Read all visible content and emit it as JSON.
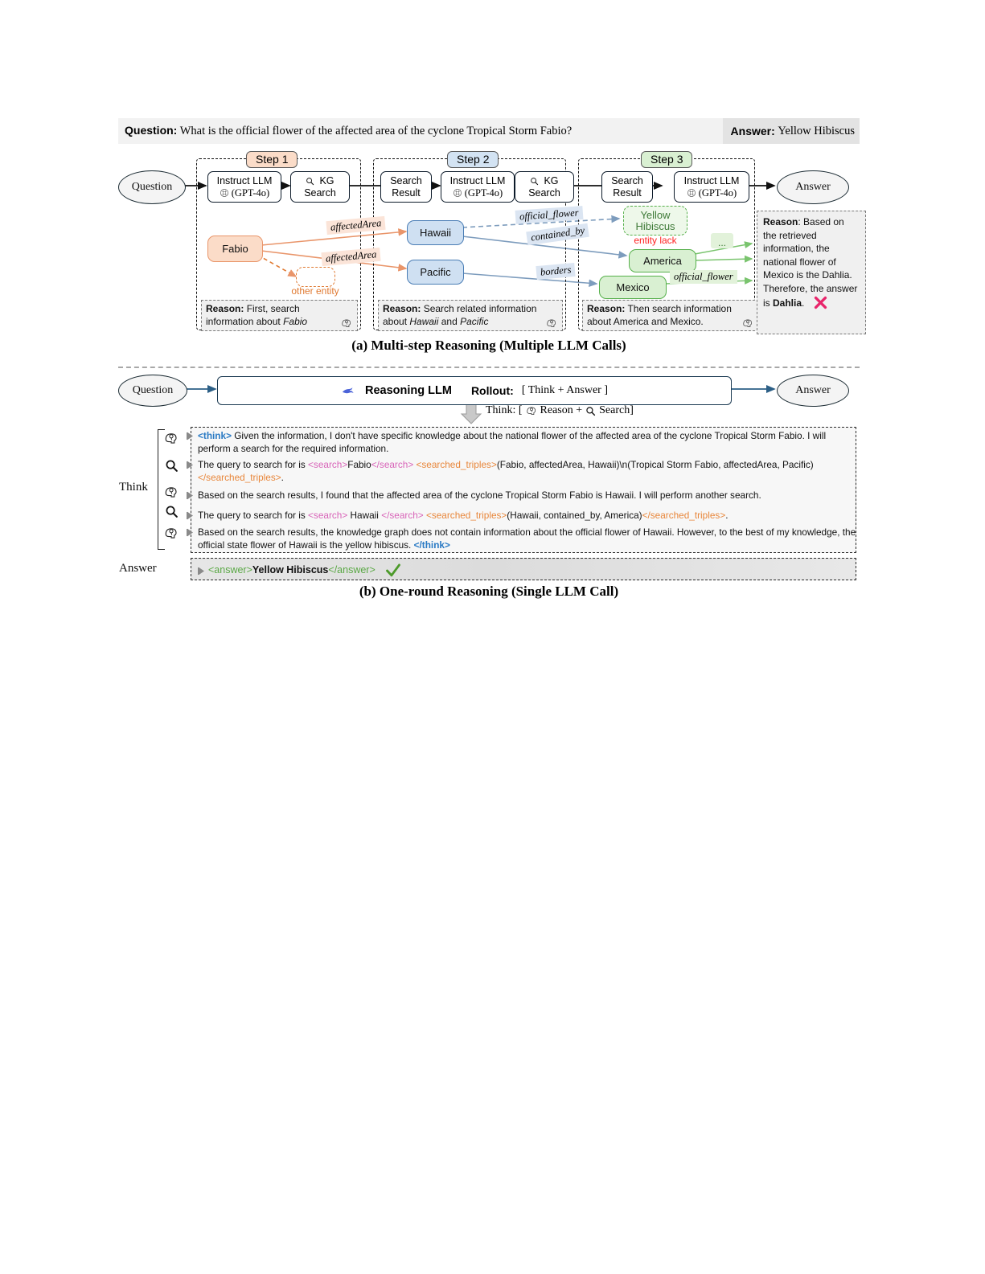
{
  "header": {
    "question_label": "Question:",
    "question_text": "What is the official flower of the affected area of the cyclone Tropical Storm Fabio?",
    "answer_label": "Answer:",
    "answer_text": "Yellow Hibiscus"
  },
  "part_a": {
    "caption": "(a) Multi-step Reasoning (Multiple LLM Calls)",
    "question_node": "Question",
    "answer_node": "Answer",
    "steps": [
      {
        "badge": "Step 1",
        "badge_color": "#fbdcc8"
      },
      {
        "badge": "Step 2",
        "badge_color": "#d3e3f3"
      },
      {
        "badge": "Step 3",
        "badge_color": "#d9f0d2"
      }
    ],
    "proc_boxes": {
      "instruct_llm_l1": "Instruct LLM",
      "instruct_llm_l2": "(GPT-4o)",
      "kg_search_l1": "KG",
      "kg_search_l2": "Search",
      "search_result_l1": "Search",
      "search_result_l2": "Result"
    },
    "graph_nodes": {
      "fabio": "Fabio",
      "other_entity_label": "other entity",
      "hawaii": "Hawaii",
      "pacific": "Pacific",
      "yellow_hibiscus": "Yellow Hibiscus",
      "entity_lack": "entity lack",
      "america": "America",
      "mexico": "Mexico",
      "ellipsis": "..."
    },
    "edge_labels": {
      "affected_area_1": "affectedArea",
      "affected_area_2": "affectedArea",
      "official_flower_1": "official_flower",
      "contained_by": "contained_by",
      "borders": "borders",
      "official_flower_2": "official_flower"
    },
    "reasons": [
      {
        "label": "Reason:",
        "text_a": "First, search",
        "text_b": "information about ",
        "emph": "Fabio"
      },
      {
        "label": "Reason:",
        "text_a": "Search related information",
        "text_b": "about ",
        "emph": "Hawaii",
        "mid": " and ",
        "emph2": "Pacific"
      },
      {
        "label": "Reason:",
        "text_a": "Then search information",
        "text_b": "about America and Mexico."
      }
    ],
    "final_reason": {
      "label": "Reason",
      "text": ": Based on the retrieved information, the national flower of Mexico is the Dahlia. Therefore, the answer is ",
      "bold_tail": "Dahlia",
      "period": ".",
      "mark": "wrong"
    }
  },
  "part_b": {
    "caption": "(b) One-round Reasoning (Single LLM Call)",
    "question_node": "Question",
    "answer_node": "Answer",
    "llm_name": "Reasoning LLM",
    "rollout_label": "Rollout:",
    "rollout_value": "[ Think + Answer ]",
    "think_def_prefix": "Think: [",
    "think_def_reason": "Reason +",
    "think_def_search": "Search]",
    "think_side_label": "Think",
    "answer_side_label": "Answer",
    "trace_lines": [
      {
        "icon": "reason-head-icon",
        "parts": [
          {
            "t": "<think>",
            "c": "think"
          },
          {
            "t": " Given the information, I don't have specific knowledge about the national flower of the affected area of the cyclone Tropical Storm Fabio. I will perform a search for the required information.",
            "c": "plain"
          }
        ]
      },
      {
        "icon": "magnifier-icon",
        "parts": [
          {
            "t": "The query to search for is ",
            "c": "plain"
          },
          {
            "t": "<search>",
            "c": "search"
          },
          {
            "t": "Fabio",
            "c": "plain"
          },
          {
            "t": "</search>",
            "c": "search"
          },
          {
            "t": " ",
            "c": "plain"
          },
          {
            "t": "<searched_triples>",
            "c": "trip"
          },
          {
            "t": "(Fabio, affectedArea, Hawaii)\\n(Tropical Storm Fabio, affectedArea, Pacific)",
            "c": "plain"
          },
          {
            "t": "</searched_triples>",
            "c": "trip"
          },
          {
            "t": ".",
            "c": "plain"
          }
        ]
      },
      {
        "icon": "reason-head-icon",
        "parts": [
          {
            "t": "Based on the search results, I found that the affected area of the cyclone Tropical Storm Fabio is Hawaii. I will perform another search.",
            "c": "plain"
          }
        ]
      },
      {
        "icon": "magnifier-icon",
        "parts": [
          {
            "t": "The query to search for is ",
            "c": "plain"
          },
          {
            "t": "<search>",
            "c": "search"
          },
          {
            "t": " Hawaii ",
            "c": "plain"
          },
          {
            "t": "</search>",
            "c": "search"
          },
          {
            "t": " ",
            "c": "plain"
          },
          {
            "t": "<searched_triples>",
            "c": "trip"
          },
          {
            "t": "(Hawaii, contained_by, America)",
            "c": "plain"
          },
          {
            "t": "</searched_triples>",
            "c": "trip"
          },
          {
            "t": ".",
            "c": "plain"
          }
        ]
      },
      {
        "icon": "reason-head-icon",
        "parts": [
          {
            "t": "Based on the search results, the knowledge graph does not contain information about the official flower of Hawaii. However, to the best of my knowledge, the official state flower of Hawaii is the yellow hibiscus. ",
            "c": "plain"
          },
          {
            "t": "</think>",
            "c": "think"
          }
        ]
      }
    ],
    "answer_line": {
      "open": "<answer>",
      "value": "Yellow Hibiscus",
      "close": "</answer>",
      "mark": "correct"
    }
  },
  "colors": {
    "orange": "#e9956a",
    "blue": "#4a7db5",
    "green": "#56b04b",
    "think_tag": "#2a7ac4",
    "search_tag": "#d863b8",
    "triples_tag": "#e8863a",
    "answer_tag": "#5aa845",
    "error_red": "#ff2222",
    "cross_pink": "#e8256b",
    "check_green": "#4c9a2a",
    "deepseek_blue": "#4b63d8"
  }
}
